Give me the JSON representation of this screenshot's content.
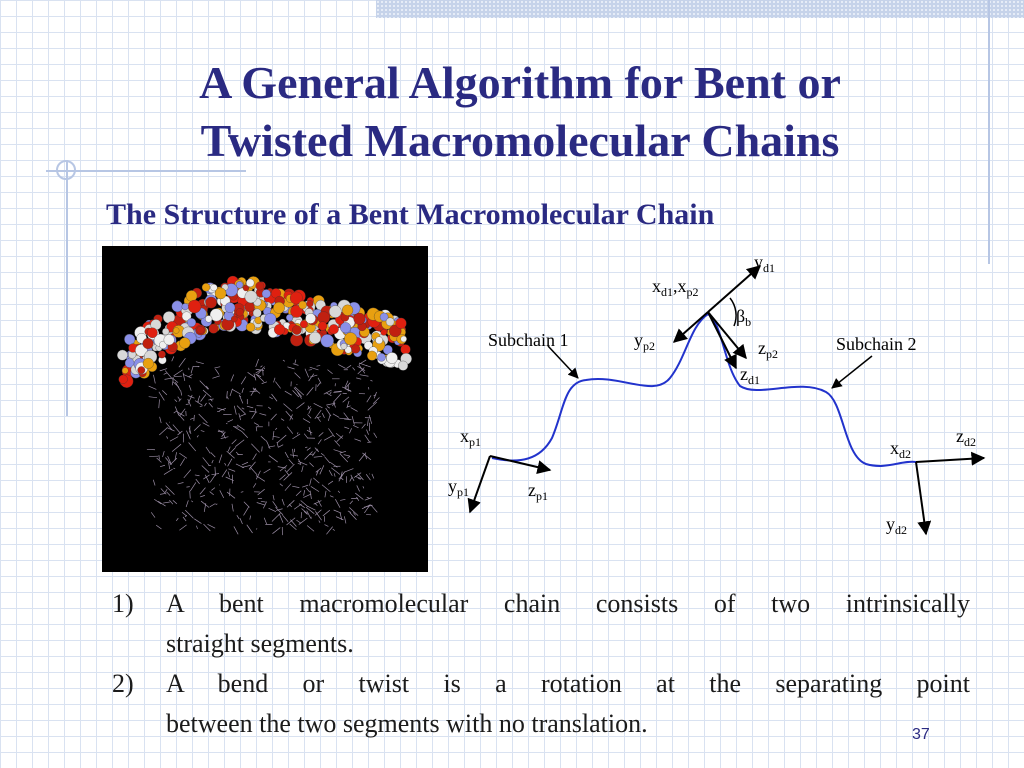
{
  "slide": {
    "title_line1": "A General Algorithm for Bent or",
    "title_line2": "Twisted Macromolecular Chains",
    "subtitle": "The Structure of a Bent Macromolecular Chain",
    "page_number": "37"
  },
  "diagram": {
    "subchain1": "Subchain 1",
    "subchain2": "Subchain 2",
    "labels": {
      "xd1_xp2": {
        "base1": "x",
        "sub1": "d1",
        "sep": ",",
        "base2": "x",
        "sub2": "p2"
      },
      "yd1": {
        "base": "y",
        "sub": "d1"
      },
      "beta": {
        "base": "β",
        "sub": "b"
      },
      "yp2": {
        "base": "y",
        "sub": "p2"
      },
      "zp2": {
        "base": "z",
        "sub": "p2"
      },
      "zd1": {
        "base": "z",
        "sub": "d1"
      },
      "xp1": {
        "base": "x",
        "sub": "p1"
      },
      "yp1": {
        "base": "y",
        "sub": "p1"
      },
      "zp1": {
        "base": "z",
        "sub": "p1"
      },
      "xd2": {
        "base": "x",
        "sub": "d2"
      },
      "zd2": {
        "base": "z",
        "sub": "d2"
      },
      "yd2": {
        "base": "y",
        "sub": "d2"
      }
    },
    "colors": {
      "chain": "#2233cc",
      "axes": "#000000"
    }
  },
  "points": [
    {
      "num": "1)",
      "line1": "A bent macromolecular chain consists of two intrinsically",
      "line2": "straight segments."
    },
    {
      "num": "2)",
      "line1": "A bend or twist is a rotation at the separating point",
      "line2": "between the two segments with no translation."
    }
  ],
  "colors": {
    "title": "#2a2a82",
    "grid": "#d9e2f1",
    "band": "#c6d3ea"
  }
}
